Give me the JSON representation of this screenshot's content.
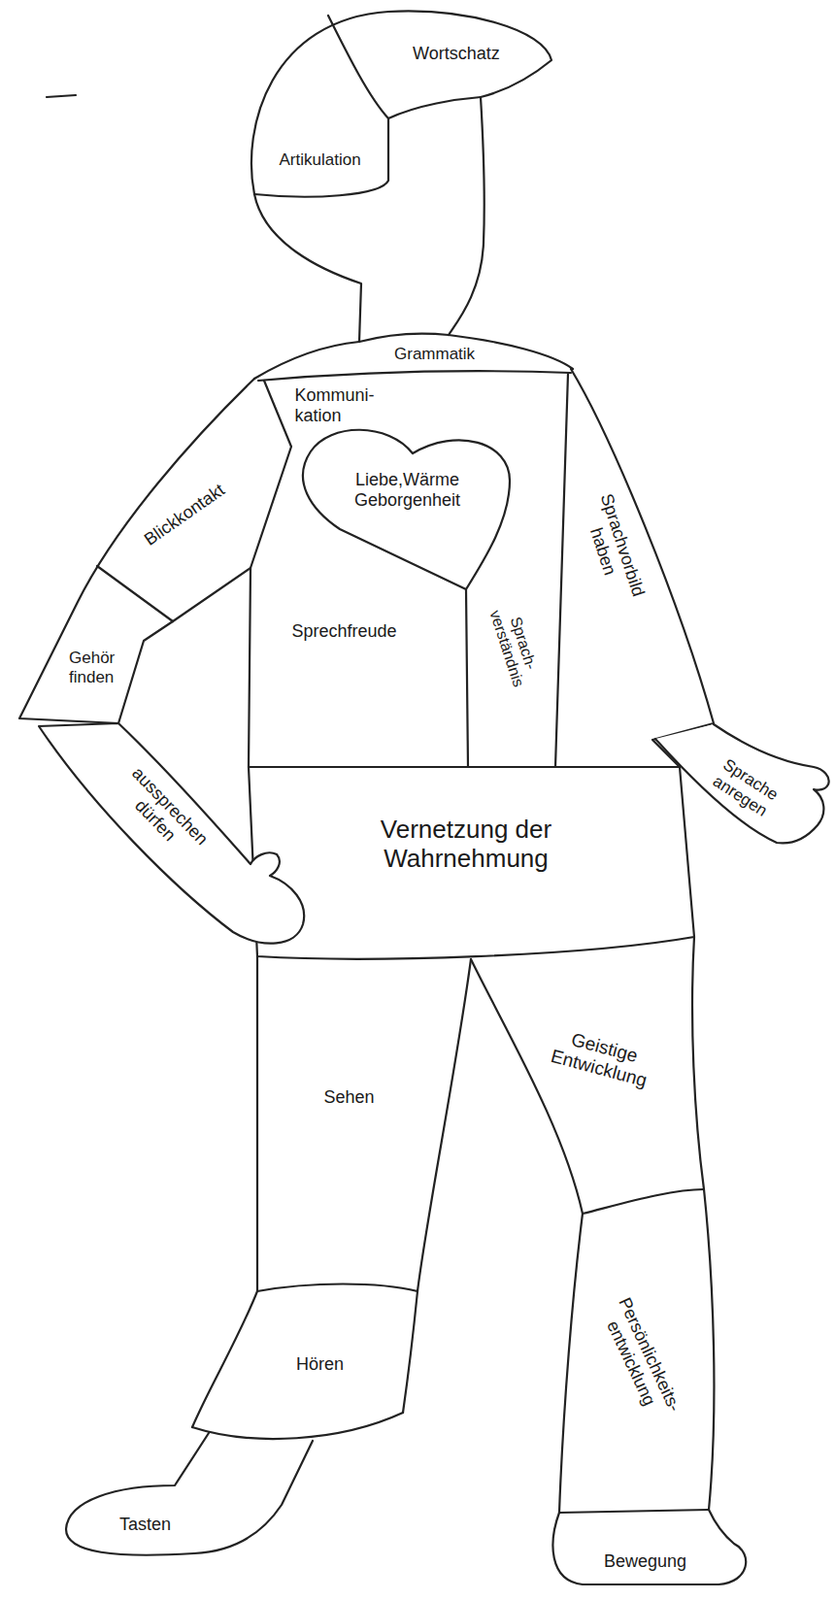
{
  "diagram": {
    "nodes": [
      {
        "text": [
          "Wortschatz"
        ]
      },
      {
        "text": [
          "Artikulation"
        ]
      },
      {
        "text": [
          "Grammatik"
        ]
      },
      {
        "text": [
          "Kommuni- kation"
        ]
      },
      {
        "text": [
          "Blickkontakt"
        ]
      },
      {
        "text": [
          "Liebe,Wärme Geborgenheit"
        ]
      },
      {
        "text": [
          "Sprachvorbild haben"
        ]
      },
      {
        "text": [
          "Gehör finden"
        ]
      },
      {
        "text": [
          "Sprechfreude"
        ]
      },
      {
        "text": [
          "Sprach- verständnis"
        ]
      },
      {
        "text": [
          "Sprache anregen"
        ]
      },
      {
        "text": [
          "aussprechen dürfen"
        ]
      },
      {
        "text": [
          "Vernetzung der Wahrnehmung"
        ]
      },
      {
        "text": [
          "Sehen"
        ]
      },
      {
        "text": [
          "Geistige Entwicklung"
        ]
      },
      {
        "text": [
          "Hören"
        ]
      },
      {
        "text": [
          "Persönlichkeits- entwicklung"
        ]
      },
      {
        "text": [
          "Tasten"
        ]
      },
      {
        "text": [
          "Bewegung"
        ]
      }
    ]
  }
}
